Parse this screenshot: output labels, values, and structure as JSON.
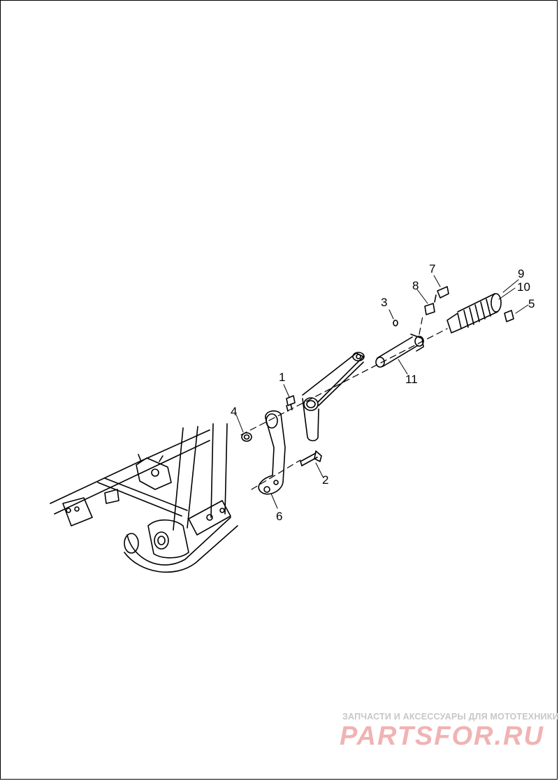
{
  "callouts": {
    "c1": "1",
    "c2": "2",
    "c3": "3",
    "c4": "4",
    "c5": "5",
    "c6": "6",
    "c7": "7",
    "c8": "8",
    "c9": "9",
    "c10": "10",
    "c11": "11"
  },
  "watermark": {
    "tagline": "ЗАПЧАСТИ И АКСЕССУАРЫ ДЛЯ МОТОТЕХНИКИ",
    "logo": "PARTSFOR.RU",
    "colors": {
      "tagline": "#c7c7c7",
      "logo": "#f0b3b3"
    }
  }
}
